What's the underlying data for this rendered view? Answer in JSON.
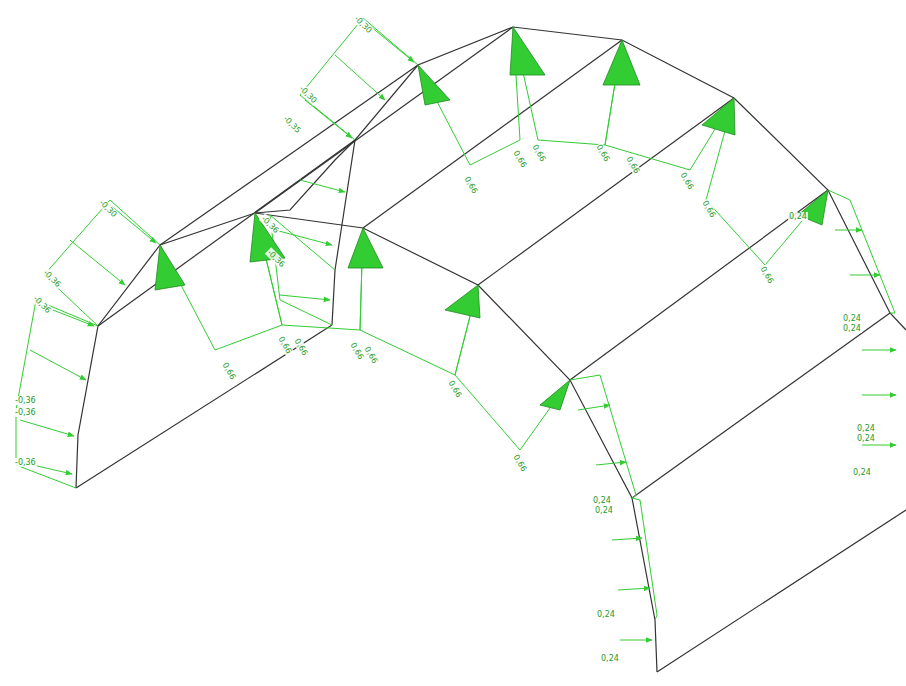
{
  "diagram": {
    "labels": [
      "-0,30",
      "-0,30",
      "-0,35",
      "-0,30",
      "-0,36",
      "-0,36",
      "-0,36",
      "-0,36",
      "-0,36",
      "-0,36",
      "-0,36",
      "0,66",
      "0,66",
      "0,66",
      "0,66",
      "0,66",
      "0,66",
      "0,66",
      "0,66",
      "0,66",
      "0,66",
      "0,66",
      "0,66",
      "0,66",
      "0,66",
      "0,66",
      "0,24",
      "0,24",
      "0,24",
      "0,24",
      "0,24",
      "0,24",
      "0,24",
      "0,24",
      "0,24",
      "0,24"
    ]
  }
}
